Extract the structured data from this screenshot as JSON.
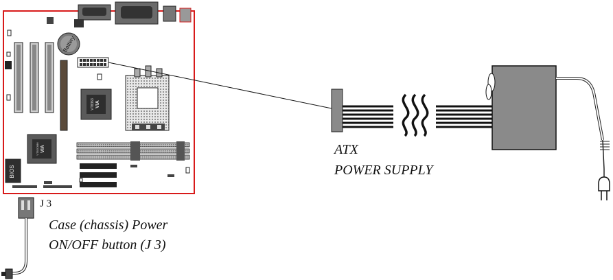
{
  "diagram": {
    "labels": {
      "j3": "J 3",
      "case_button_line1": "Case (chassis) Power",
      "case_button_line2": "ON/OFF button (J 3)",
      "psu_line1": "ATX",
      "psu_line2": "POWER SUPPLY"
    },
    "board_labels": {
      "battery": "Battery",
      "via_north": "VIA",
      "via_north_model": "VT8363",
      "via_south": "VIA",
      "via_south_model": "VT82C686",
      "bios": "BIOS"
    },
    "colors": {
      "board_outline": "#d81a1a",
      "psu_body": "#8a8a8a",
      "ink": "#111111"
    }
  }
}
